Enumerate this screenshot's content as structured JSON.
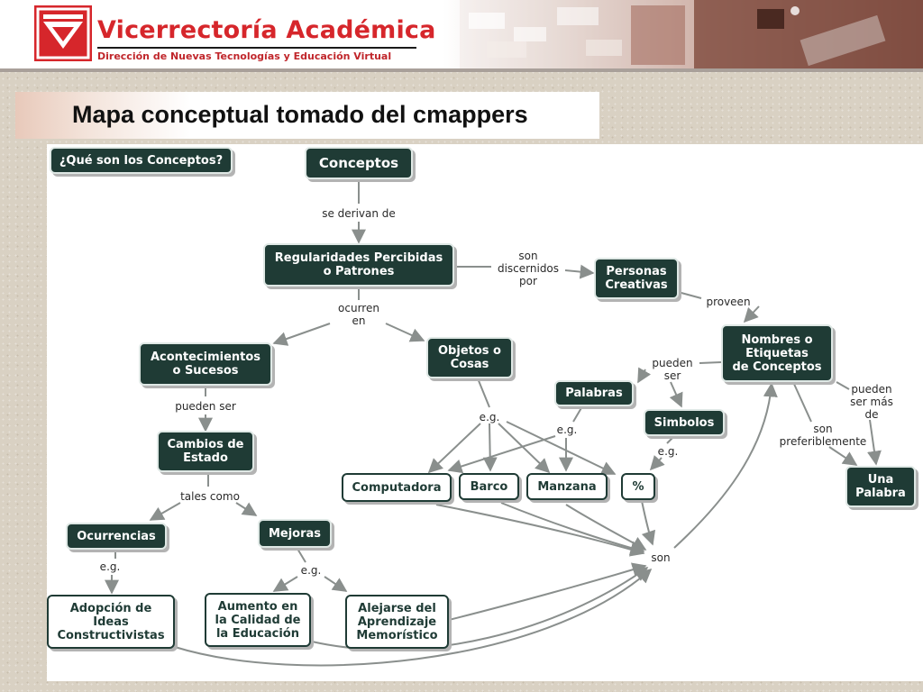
{
  "header": {
    "title": "Vicerrectoría Académica",
    "subtitle": "Dirección de Nuevas Tecnologías y Educación Virtual",
    "brand_color": "#d6262b"
  },
  "slide": {
    "title": "Mapa conceptual tomado del cmappers"
  },
  "concept_map": {
    "node_color": "#1f3b35",
    "nodes": {
      "que_son": "¿Qué son los Conceptos?",
      "conceptos": "Conceptos",
      "regularidades": "Regularidades Percibidas\no Patrones",
      "personas": "Personas\nCreativas",
      "nombres": "Nombres o\nEtiquetas\nde Conceptos",
      "acontecimientos": "Acontecimientos\no Sucesos",
      "objetos": "Objetos o\nCosas",
      "palabras": "Palabras",
      "simbolos": "Simbolos",
      "cambios": "Cambios de\nEstado",
      "computadora": "Computadora",
      "barco": "Barco",
      "manzana": "Manzana",
      "porcentaje": "%",
      "una_palabra": "Una\nPalabra",
      "ocurrencias": "Ocurrencias",
      "mejoras": "Mejoras",
      "adopcion": "Adopción de\nIdeas\nConstructivistas",
      "aumento": "Aumento en\nla Calidad de\nla Educación",
      "alejarse": "Alejarse del\nAprendizaje\nMemorístico"
    },
    "links": {
      "se_derivan": "se derivan de",
      "son_discernidos": "son\ndiscernidos\npor",
      "proveen": "proveen",
      "ocurren_en": "ocurren\nen",
      "pueden_ser_nombres": "pueden\nser",
      "pueden_ser_mas": "pueden\nser más\nde",
      "son_pref": "son\npreferiblemente",
      "pueden_ser_acont": "pueden ser",
      "eg_objetos": "e.g.",
      "eg_palabras": "e.g.",
      "eg_simbolos": "e.g.",
      "tales_como": "tales como",
      "eg_ocurrencias": "e.g.",
      "eg_mejoras": "e.g.",
      "son_hub": "son"
    }
  }
}
